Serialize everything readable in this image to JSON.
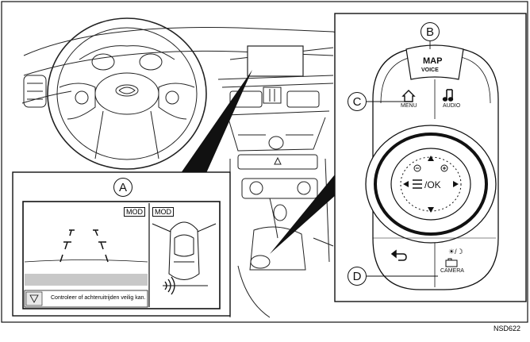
{
  "callouts": {
    "a": "A",
    "b": "B",
    "c": "C",
    "d": "D"
  },
  "screen": {
    "mod_left": "MOD",
    "mod_right": "MOD",
    "caption": "Controleer of achteruitrijden veilig kan."
  },
  "controller": {
    "map_label": "MAP",
    "voice_label": "VOICE",
    "menu_label": "MENU",
    "audio_label": "AUDIO",
    "ok_label": "/OK",
    "camera_label": "CAMERA",
    "day_night_label": "☀/☽"
  },
  "figure_code": "NSD622",
  "icons": [
    "home-icon",
    "music-note-icon",
    "list-icon",
    "back-arrow-icon",
    "camera-icon",
    "zoom-in-icon",
    "zoom-out-icon",
    "seatbelt-warning-icon",
    "sonar-icon"
  ]
}
